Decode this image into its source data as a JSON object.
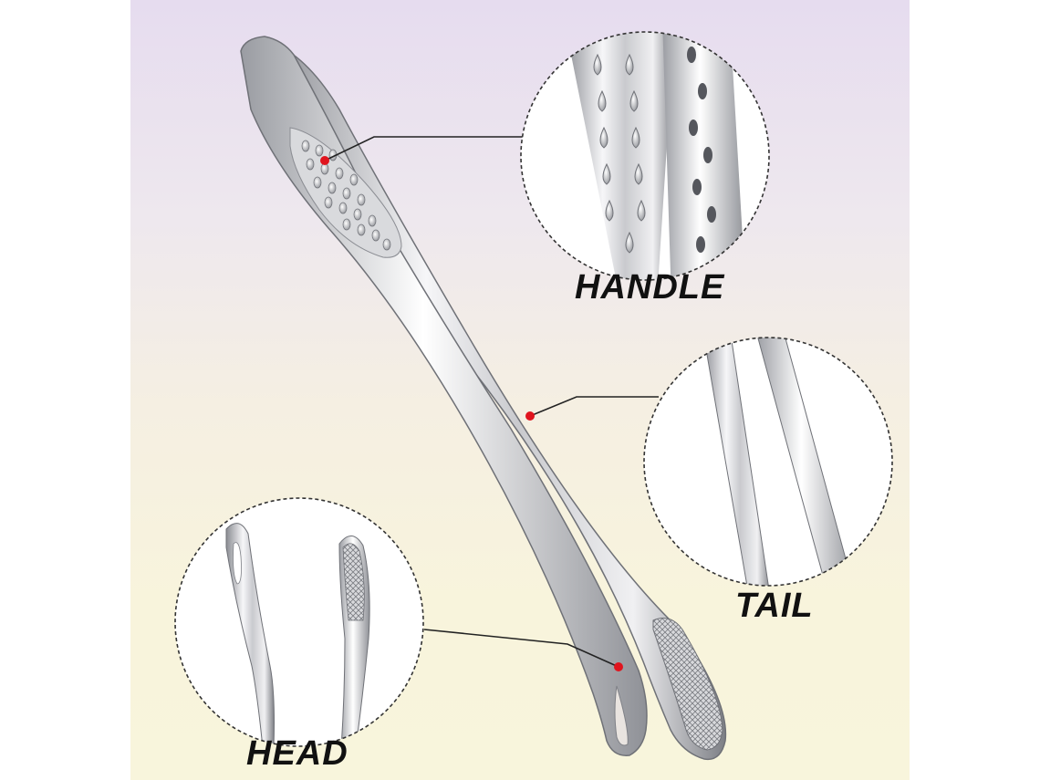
{
  "labels": {
    "handle": "HANDLE",
    "tail": "TAIL",
    "head": "HEAD"
  },
  "colors": {
    "marker": "#e0141e",
    "leader_line": "#222222",
    "circle_border": "#333333",
    "steel_light": "#f4f4f6",
    "steel_dark": "#8a8c92",
    "background_top": "#e6dcef",
    "background_bottom": "#f8f5dc"
  }
}
